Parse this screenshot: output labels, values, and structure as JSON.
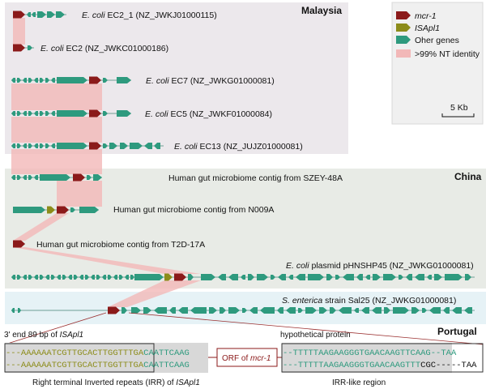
{
  "regions": {
    "malaysia": "Malaysia",
    "china": "China",
    "portugal": "Portugal"
  },
  "legend": {
    "mcr1": "mcr-1",
    "isapl1": "ISApl1",
    "other": "Oher genes",
    "identity": ">99% NT identity",
    "scale": "5 Kb"
  },
  "colors": {
    "mcr1": "#8b1a1a",
    "isapl1": "#8c8c1a",
    "other": "#2e9a7e",
    "identity": "#f2b8b8",
    "malaysia_bg": "#ece8ec",
    "china_bg": "#e8ebe6",
    "portugal_bg": "#e6f2f6"
  },
  "contigs": {
    "ec2_1": {
      "prefix": "E. coli",
      "rest": " EC2_1 (NZ_JWKJ01000115)"
    },
    "ec2": {
      "prefix": "E. coli",
      "rest": " EC2 (NZ_JWKC01000186)"
    },
    "ec7": {
      "prefix": "E. coli",
      "rest": " EC7 (NZ_JWKG01000081)"
    },
    "ec5": {
      "prefix": "E. coli",
      "rest": " EC5 (NZ_JWKF01000084)"
    },
    "ec13": {
      "prefix": "E. coli",
      "rest": " EC13 (NZ_JUJZ01000081)"
    },
    "szey": {
      "label": "Human gut microbiome contig from SZEY-48A"
    },
    "n009a": {
      "label": "Human gut microbiome contig from N009A"
    },
    "t2d": {
      "label": "Human gut microbiome contig from T2D-17A"
    },
    "phnshp45": {
      "prefix": "E. coli",
      "rest": " plasmid pHNSHP45 (NZ_JWKG01000081)"
    },
    "sal25": {
      "prefix": "S. enterica",
      "rest": " strain Sal25 (NZ_JWKG01000081)"
    }
  },
  "detail": {
    "end_label_pre": "3' end 89 bp of ",
    "end_label_em": "ISApl1",
    "hyp_protein": "hypothetical protein",
    "seq1_a": "---AAAAAATCGTTGCACTTGGTTTGA",
    "seq1_b": "CAATTCAAG",
    "seq2_a": "---AAAAAATCGTTGCACTTGGTTTGA",
    "seq2_b": "CAATTCAAG",
    "orf_pre": "ORF of ",
    "orf_em": "mcr-1",
    "seq3_a": "--TTTTTAAGAAGGGTGAACAAGTTCAAG",
    "seq3_b": "--TAA",
    "seq4_a": "---TTTTTAAGAAGGGTGAACAAGTTT",
    "seq4_b": "CGC",
    "seq4_c": "-----TAA",
    "irr_pre": "Right terminal Inverted repeats (IRR) of ",
    "irr_em": "ISApl1",
    "irr_like": "IRR-like region"
  }
}
